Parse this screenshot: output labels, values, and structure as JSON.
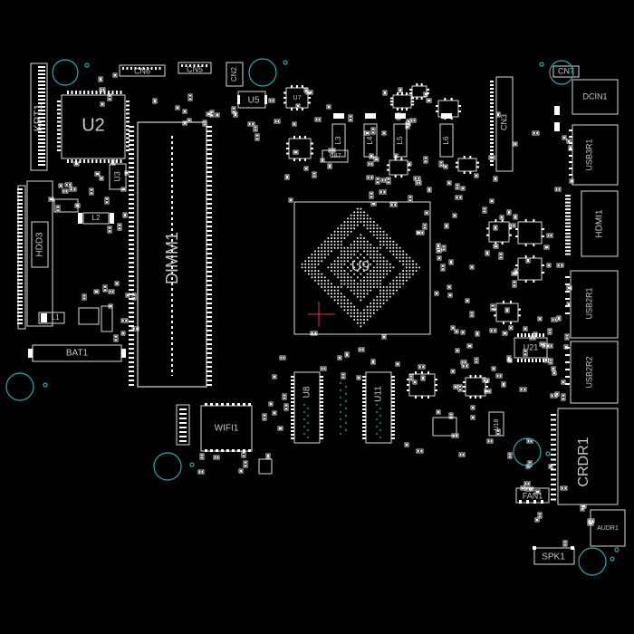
{
  "colors": {
    "background": "#000000",
    "outline": "#d8d8d8",
    "pad": "#ffffff",
    "text": "#c8c8c8",
    "mounting_hole": "#2fa7b0",
    "fiducial": "#d83a4a",
    "via_trace": "#39b9c2"
  },
  "components": {
    "krt1": "KRT1",
    "u2": "U2",
    "cn6": "CN6",
    "cn5": "CN5",
    "cn2": "CN2",
    "u5": "U5",
    "u7": "U7",
    "l3": "L3",
    "l4": "L4",
    "l5": "L5",
    "l6": "L6",
    "c87": "C87",
    "cn3": "CN3",
    "cn7": "CN7",
    "dcin1": "DCIN1",
    "usb3r1": "USB3R1",
    "u3": "U3",
    "dimm1": "DIMM1",
    "l2": "L2",
    "hdd3": "HDD3",
    "l1": "L1",
    "bat1": "BAT1",
    "u9": "U9",
    "hdmi1": "HDMI1",
    "usb2r1": "USB2R1",
    "u21": "U21",
    "usb2r2": "USB2R2",
    "u8": "U8",
    "u11": "U11",
    "wifi1": "WIFI1",
    "u18": "U18",
    "crdr1": "CRDR1",
    "fan1": "FAN1",
    "audr1": "AUDR1",
    "spk1": "SPK1"
  }
}
